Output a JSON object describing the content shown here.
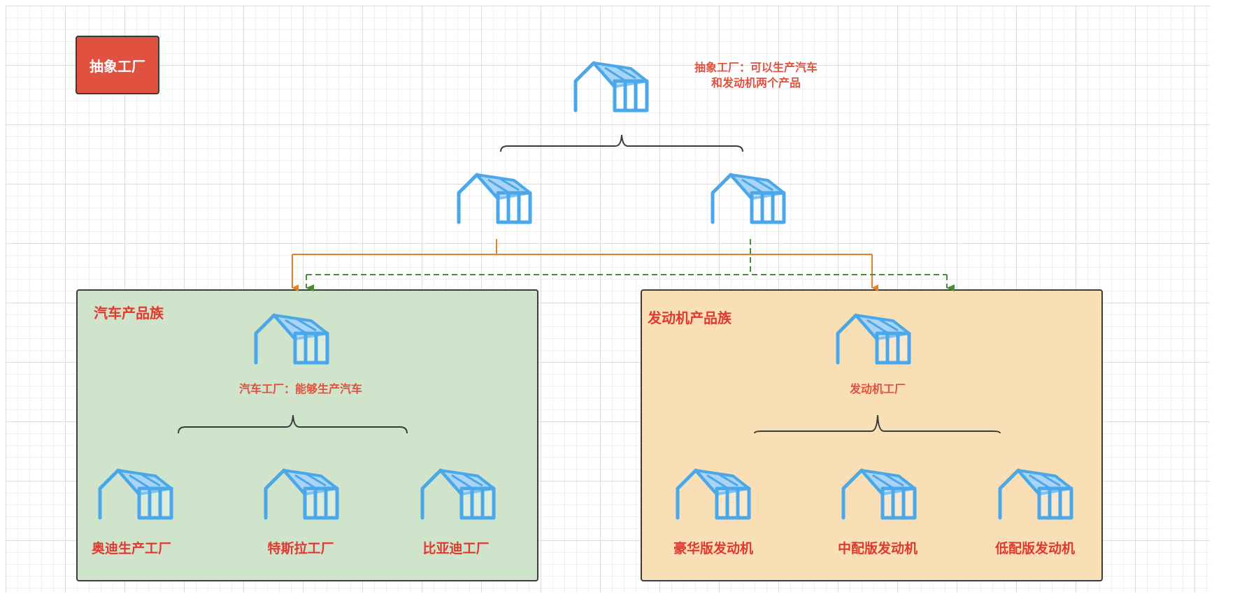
{
  "badge": {
    "label": "抽象工厂"
  },
  "top": {
    "note": "抽象工厂：可以生产汽车和发动机两个产品"
  },
  "car_family": {
    "title": "汽车产品族",
    "factory_label": "汽车工厂：能够生产汽车",
    "products": [
      "奥迪生产工厂",
      "特斯拉工厂",
      "比亚迪工厂"
    ]
  },
  "engine_family": {
    "title": "发动机产品族",
    "factory_label": "发动机工厂",
    "products": [
      "豪华版发动机",
      "中配版发动机",
      "低配版发动机"
    ]
  },
  "colors": {
    "icon_stroke": "#4aa8ea",
    "icon_fill": "#a9d4f5",
    "orange_line": "#e2832b",
    "green_dash": "#4a8a3a",
    "brace": "#3a3a3a",
    "car_bg": "#cfe4cb",
    "engine_bg": "#f9dfb6",
    "badge_bg": "#e0513f"
  }
}
